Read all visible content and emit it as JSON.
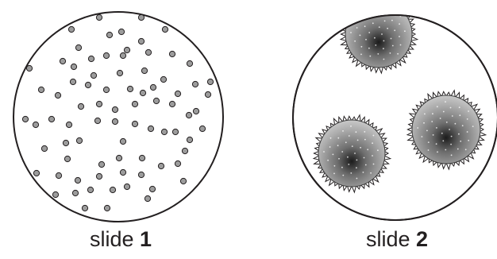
{
  "slide1": {
    "label_word": "slide",
    "label_number": "1"
  },
  "slide2": {
    "label_word": "slide",
    "label_number": "2"
  }
}
